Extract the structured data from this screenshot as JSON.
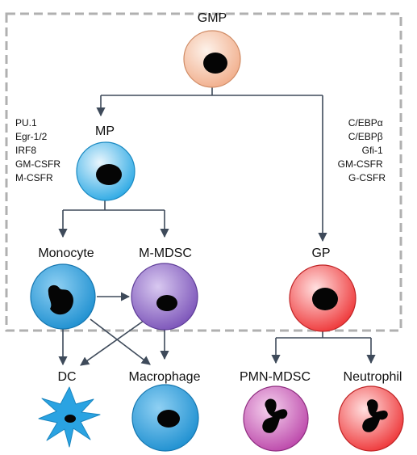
{
  "nodes": {
    "gmp": "GMP",
    "mp": "MP",
    "gp": "GP",
    "monocyte": "Monocyte",
    "m_mdsc": "M-MDSC",
    "dc": "DC",
    "macrophage": "Macrophage",
    "pmn_mdsc": "PMN-MDSC",
    "neutrophil": "Neutrophil"
  },
  "mp_factors": [
    "PU.1",
    "Egr-1/2",
    "IRF8",
    "GM-CSFR",
    "M-CSFR"
  ],
  "gp_factors": [
    "C/EBPα",
    "C/EBPβ",
    "Gfi-1",
    "GM-CSFR",
    "G-CSFR"
  ],
  "colors": {
    "gmp": "#f1ad8a",
    "mp": "#2aa8e4",
    "monocyte": "#1d9ad9",
    "m_mdsc": "#8f6cc7",
    "gp": "#f24a4c",
    "macrophage": "#1d9ad9",
    "pmn_mdsc": "#c454b4",
    "neutrophil": "#f24a4c",
    "dc": "#2aa3e2",
    "nucleus": "#050505",
    "connector": "#3e4a5a",
    "dashed_border": "#b0b0b0"
  }
}
